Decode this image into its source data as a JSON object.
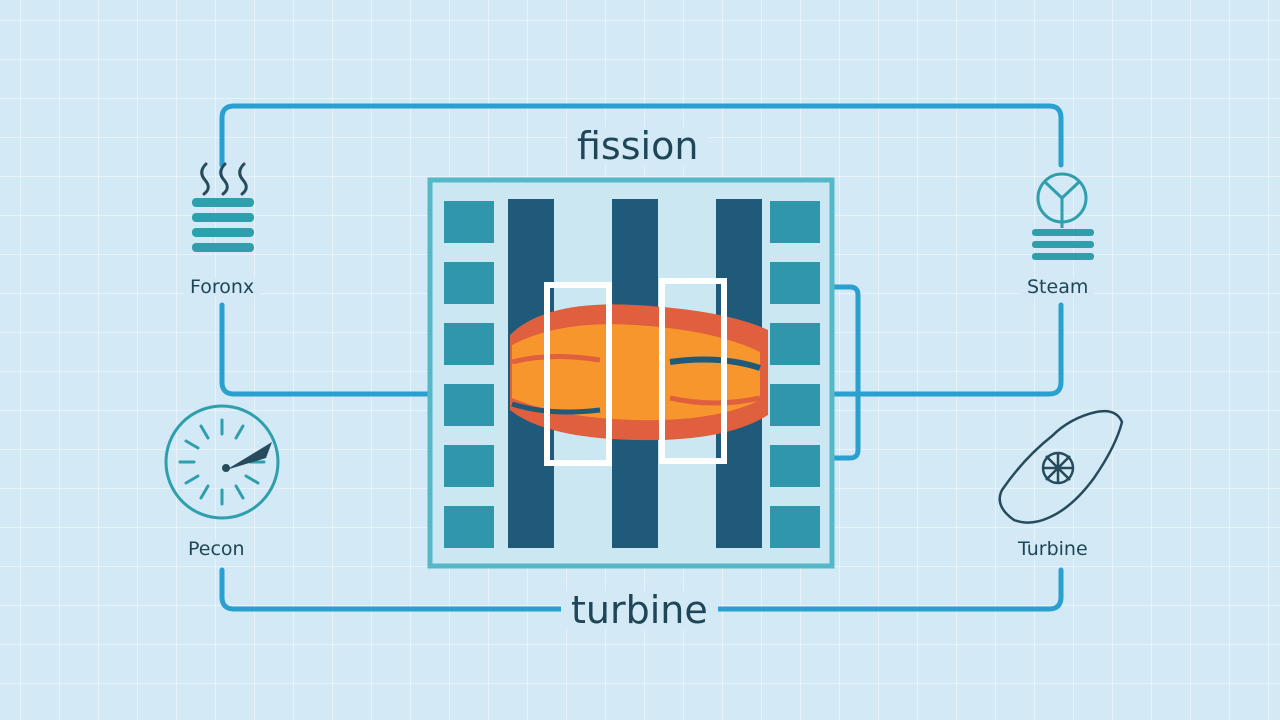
{
  "labels": {
    "top": "fission",
    "bottom": "turbine",
    "furnace": "Foronx",
    "steam": "Steam",
    "gauge": "Pecon",
    "turbine": "Turbine"
  },
  "colors": {
    "background": "#d3e9f5",
    "loop_line": "#29a0cf",
    "core_frame": "#55b8c9",
    "fuel_block": "#2f96ab",
    "control_rod": "#1f5a7a",
    "flame_outer": "#e05f3e",
    "flame_inner": "#f7962d",
    "icon_teal": "#2f9fad",
    "icon_dark": "#264b5c",
    "text": "#1f4657"
  },
  "icons": [
    "heat-waves-icon",
    "radiator-icon",
    "gauge-icon",
    "tree-icon",
    "steam-stack-icon",
    "turbine-icon"
  ]
}
